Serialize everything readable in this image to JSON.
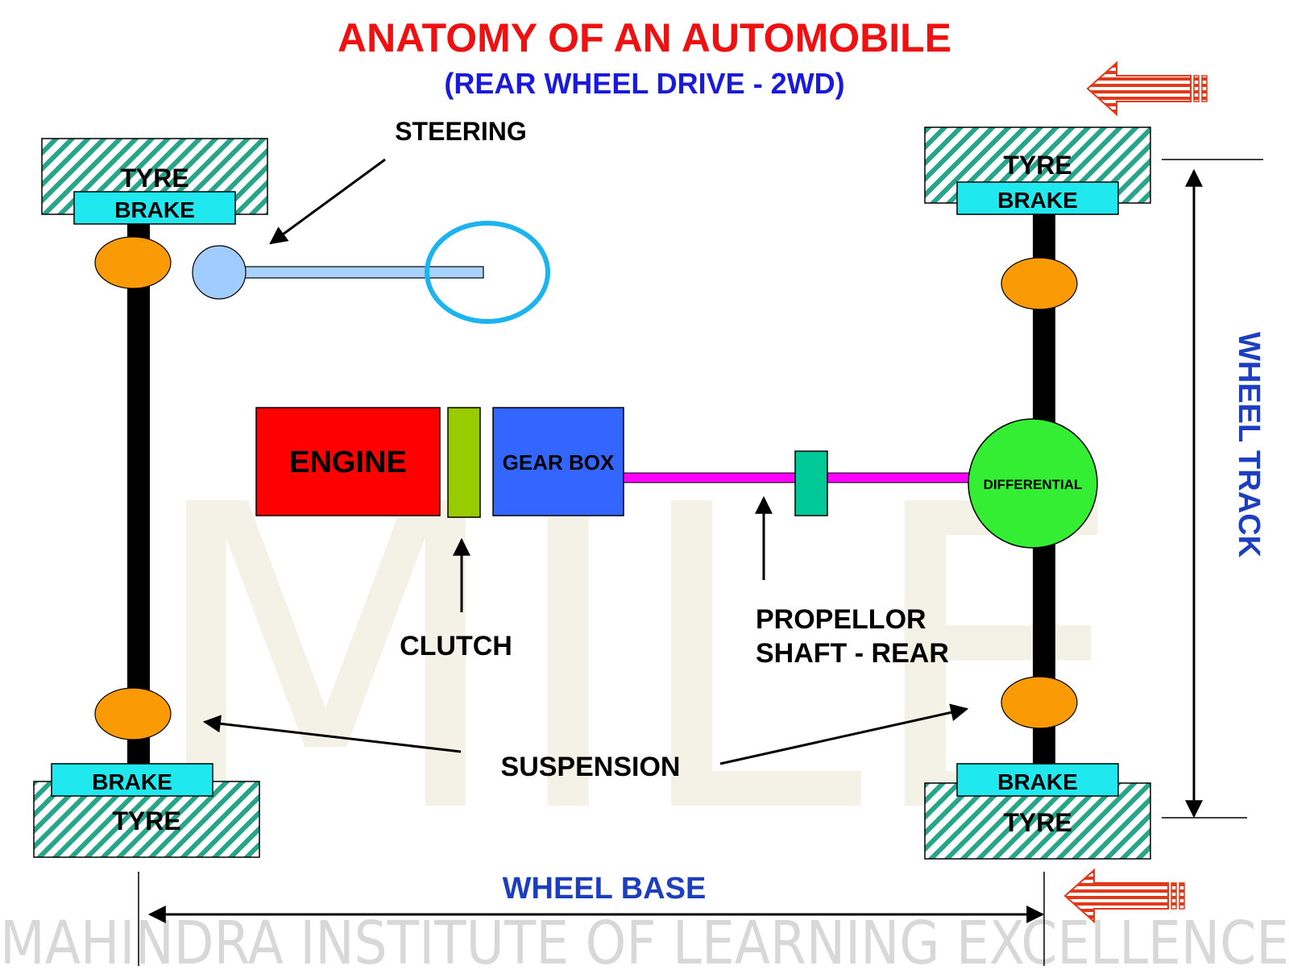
{
  "title": "ANATOMY OF AN AUTOMOBILE",
  "subtitle": "(REAR WHEEL DRIVE - 2WD)",
  "labels": {
    "tyre": "TYRE",
    "brake": "BRAKE",
    "steering": "STEERING",
    "engine": "ENGINE",
    "gearbox": "GEAR BOX",
    "clutch": "CLUTCH",
    "differential": "DIFFERENTIAL",
    "propeller": [
      "PROPELLOR",
      "SHAFT - REAR"
    ],
    "suspension": "SUSPENSION",
    "wheel_base": "WHEEL BASE",
    "wheel_track": "WHEEL TRACK"
  },
  "watermark": {
    "logo": "MILE",
    "footer": "MAHINDRA INSTITUTE OF LEARNING EXCELLENCE"
  },
  "colors": {
    "title": "#ee1111",
    "subtitle": "#1a1adb",
    "dimension_label": "#1d3fbf",
    "tyre_stripe": "#27a58a",
    "brake": "#1fe8ee",
    "suspension": "#fa9a05",
    "steering_knob": "#a0ccff",
    "steering_column": "#a8d2ff",
    "steering_wheel": "#1bb4ee",
    "engine": "#ff0000",
    "clutch": "#99cc00",
    "gearbox": "#3366ff",
    "propeller": "#ff00ff",
    "universal_joint": "#00c896",
    "differential": "#33ee33",
    "direction_arrow": "#e03a1a",
    "axle": "#000000"
  },
  "icons": [
    "direction-arrow-icon",
    "direction-arrow-icon"
  ]
}
